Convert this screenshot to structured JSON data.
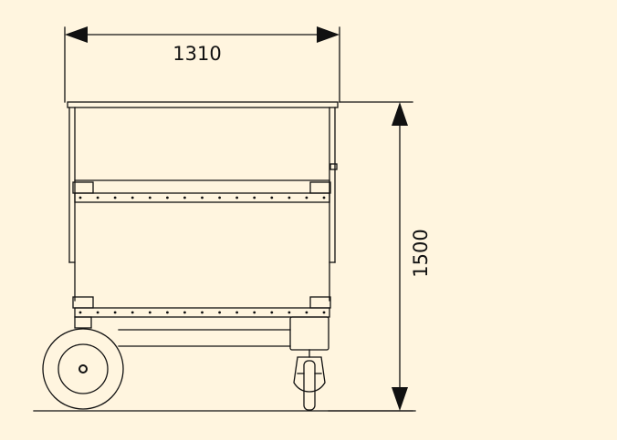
{
  "colors": {
    "background": "#fff5df",
    "line": "#111111"
  },
  "dimensions": {
    "width": {
      "value": "1310"
    },
    "height": {
      "value": "1500"
    }
  },
  "drawing": {
    "rail_bolt_count": 15
  }
}
